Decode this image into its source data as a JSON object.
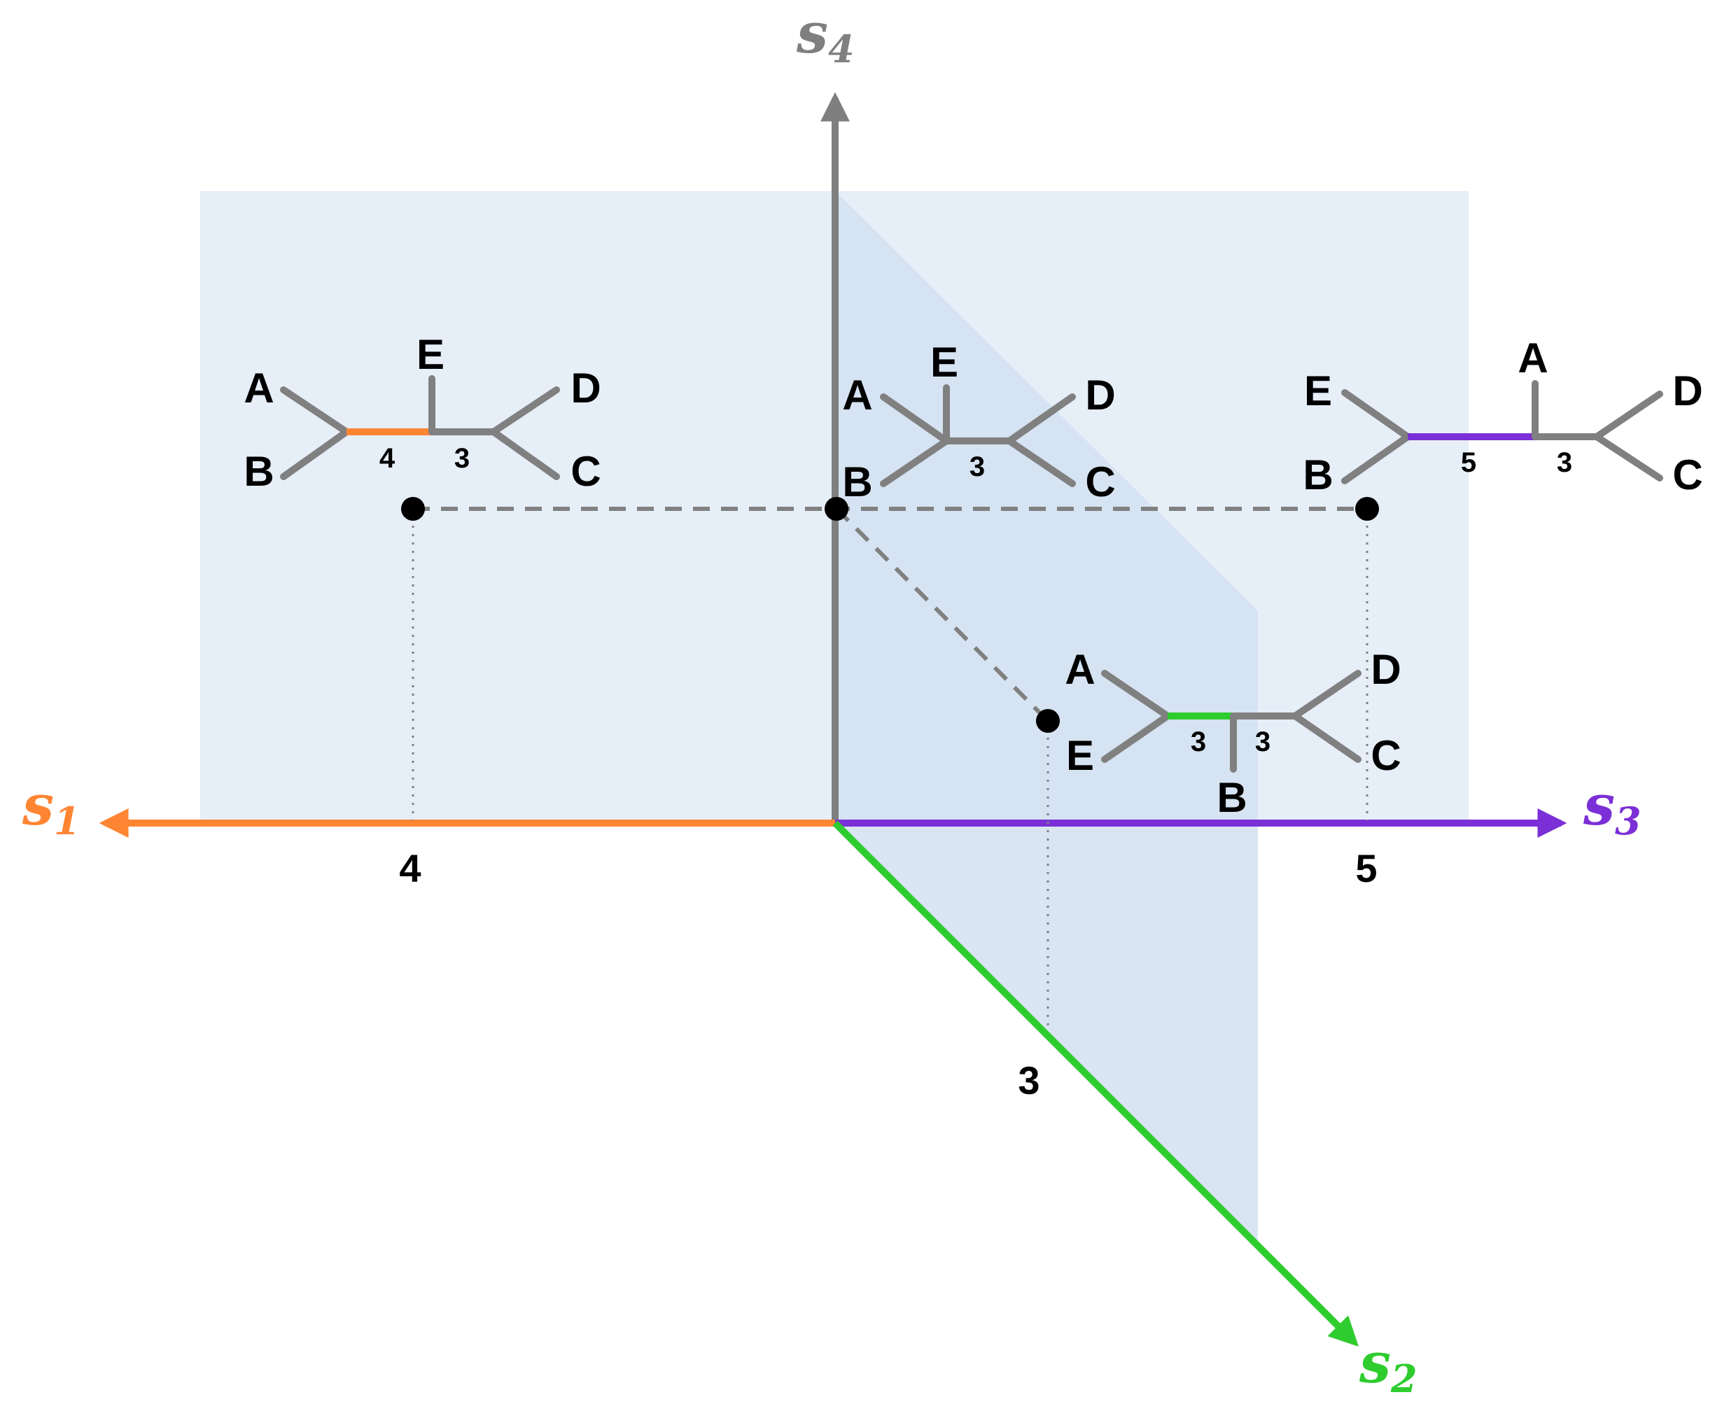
{
  "axes": {
    "s1": {
      "name": "s",
      "sub": "1",
      "color": "#FF8533",
      "tick": "4"
    },
    "s2": {
      "name": "s",
      "sub": "2",
      "color": "#2ECC2E",
      "tick": "3"
    },
    "s3": {
      "name": "s",
      "sub": "3",
      "color": "#7B2FD6",
      "tick": "5"
    },
    "s4": {
      "name": "s",
      "sub": "4",
      "color": "#7F7F7F"
    }
  },
  "colors": {
    "plane": "#E6EEF8",
    "plane_overlap": "#D2E1F1",
    "branch": "#808080",
    "point": "#000000"
  },
  "trees": {
    "left": {
      "leaves": {
        "a": "A",
        "b": "B",
        "c": "E",
        "d": "D",
        "e": "C"
      },
      "lengths": {
        "colored": "4",
        "inner": "3"
      },
      "highlight": "s1"
    },
    "center": {
      "leaves": {
        "a": "A",
        "b": "B",
        "c": "E",
        "d": "D",
        "e": "C"
      },
      "lengths": {
        "inner": "3"
      }
    },
    "right": {
      "leaves": {
        "a": "E",
        "b": "B",
        "c": "A",
        "d": "D",
        "e": "C"
      },
      "lengths": {
        "colored": "5",
        "inner": "3"
      },
      "highlight": "s3"
    },
    "bottom": {
      "leaves": {
        "a": "A",
        "b": "E",
        "c": "B",
        "d": "D",
        "e": "C"
      },
      "lengths": {
        "colored": "3",
        "inner": "3"
      },
      "highlight": "s2"
    }
  }
}
